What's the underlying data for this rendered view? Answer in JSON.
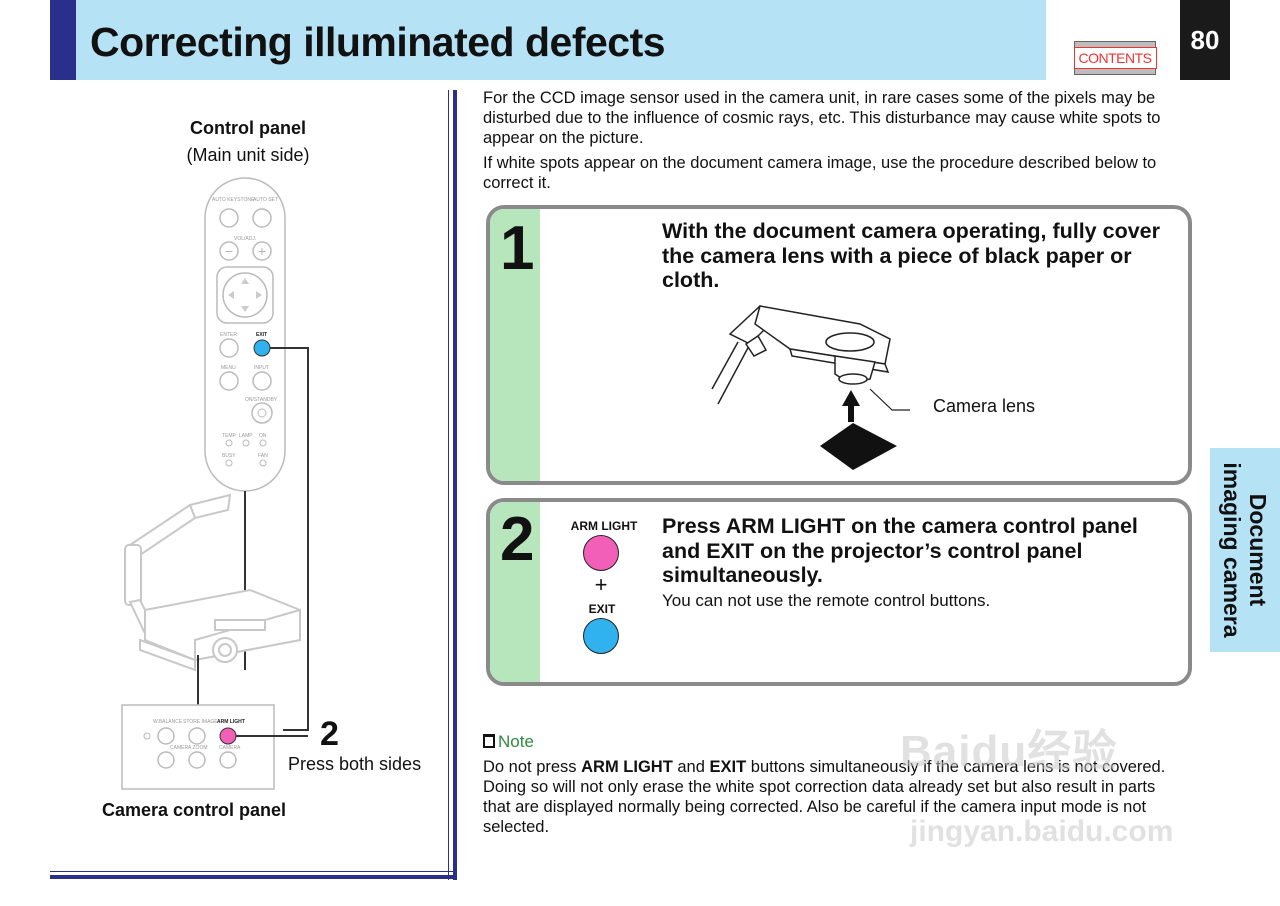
{
  "header": {
    "title": "Correcting illuminated defects",
    "contents_label": "CONTENTS",
    "page_number": "80"
  },
  "left": {
    "control_panel_title": "Control panel",
    "control_panel_sub": "(Main unit side)",
    "step_marker": "2",
    "press_both": "Press both sides",
    "camera_panel_title": "Camera control panel",
    "remote_labels": {
      "auto_keystone": "AUTO KEYSTONE",
      "auto_set": "AUTO SET",
      "vol_adj": "VOL/ADJ.",
      "enter": "ENTER",
      "exit": "EXIT",
      "menu": "MENU",
      "input": "INPUT",
      "on_standby": "ON/STANDBY",
      "temp": "TEMP",
      "lamp": "LAMP",
      "on": "ON",
      "busy": "BUSY",
      "fan": "FAN"
    },
    "camera_labels": {
      "w_balance": "W.BALANCE",
      "store_image": "STORE IMAGE",
      "arm_light": "ARM LIGHT",
      "camera_zoom": "CAMERA ZOOM",
      "camera": "CAMERA"
    }
  },
  "intro": {
    "p1": "For the CCD image sensor used in the camera unit, in rare cases some of the pixels may be disturbed due to the influence of cosmic rays, etc.  This disturbance may cause white spots to appear on the picture.",
    "p2": "If white spots appear on the document camera image, use the procedure described below to correct it."
  },
  "steps": [
    {
      "number": "1",
      "heading": "With the document camera operating, fully cover the camera lens with a piece of black paper or cloth.",
      "callout": "Camera lens"
    },
    {
      "number": "2",
      "arm_light_label": "ARM LIGHT",
      "plus": "+",
      "exit_label": "EXIT",
      "heading": "Press ARM LIGHT on the camera control panel and EXIT on the projector’s control panel simultaneously.",
      "body": "You can not use the remote control buttons."
    }
  ],
  "note": {
    "title": "Note",
    "pre": "Do not press ",
    "b1": "ARM LIGHT",
    "mid": " and ",
    "b2": "EXIT",
    "post": " buttons simultaneously if the camera lens is not covered. Doing so will not only erase the white spot correction data already set but also result in parts that are displayed normally being corrected.  Also be careful if the camera input mode is not selected."
  },
  "side_tab": {
    "line1": "Document",
    "line2": "imaging camera"
  },
  "watermark": {
    "line1": "Baidu经验",
    "line2": "jingyan.baidu.com"
  },
  "colors": {
    "header_bg": "#b5e3f5",
    "accent_navy": "#2b2f8c",
    "step_green": "#b7e6bd",
    "arm_light_pink": "#f25fb8",
    "exit_blue": "#2fb2ee",
    "note_green": "#2e8b3e"
  }
}
